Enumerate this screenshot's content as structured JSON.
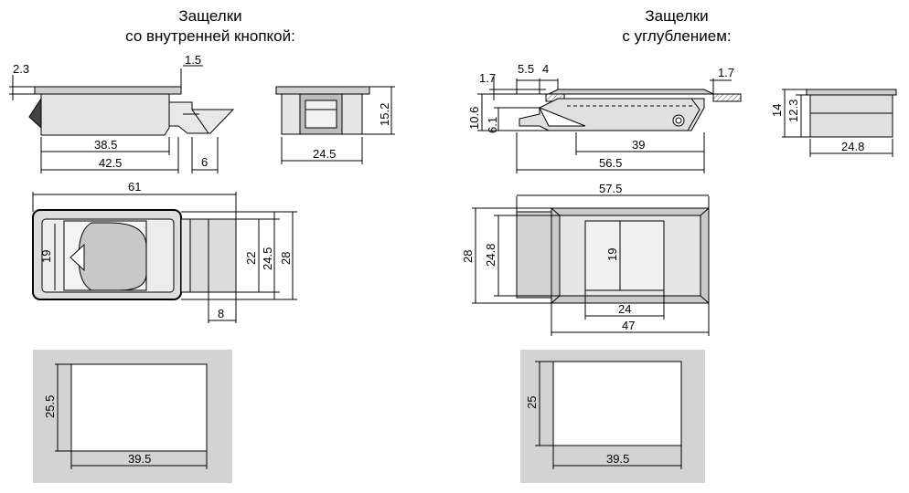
{
  "left_title": {
    "line1": "Защелки",
    "line2": "со внутренней кнопкой:"
  },
  "right_title": {
    "line1": "Защелки",
    "line2": "с углублением:"
  },
  "left_dims": {
    "d1": "2.3",
    "d2": "1.5",
    "d3": "38.5",
    "d4": "42.5",
    "d5": "6",
    "d6": "15.2",
    "d7": "24.5",
    "d8": "61",
    "d9": "19",
    "d10": "22",
    "d11": "24.5",
    "d12": "28",
    "d13": "8",
    "d14": "25.5",
    "d15": "39.5"
  },
  "right_dims": {
    "d1": "1.7",
    "d2": "5.5",
    "d3": "4",
    "d4": "1.7",
    "d5": "10.6",
    "d6": "6.1",
    "d7": "39",
    "d8": "56.5",
    "d9": "14",
    "d10": "12.3",
    "d11": "24.8",
    "d12": "57.5",
    "d13": "28",
    "d14": "24.8",
    "d15": "19",
    "d16": "24",
    "d17": "47",
    "d18": "25",
    "d19": "39.5"
  },
  "colors": {
    "body_fill": "#dcdcdc",
    "panel_fill": "#cfcfcf",
    "line": "#000000",
    "cutout_bg": "#d3d3d3"
  }
}
